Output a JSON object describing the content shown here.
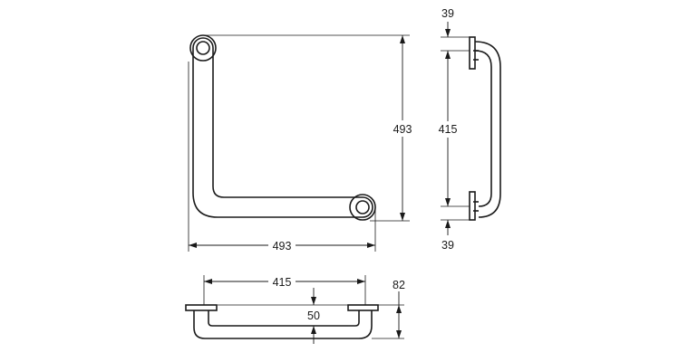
{
  "front_view": {
    "height_label": "493",
    "width_label": "493"
  },
  "side_view": {
    "top_flange_label": "39",
    "centre_distance_label": "415",
    "bottom_flange_label": "39"
  },
  "top_view": {
    "length_label": "415",
    "projection_label": "82",
    "offset_label": "50"
  }
}
